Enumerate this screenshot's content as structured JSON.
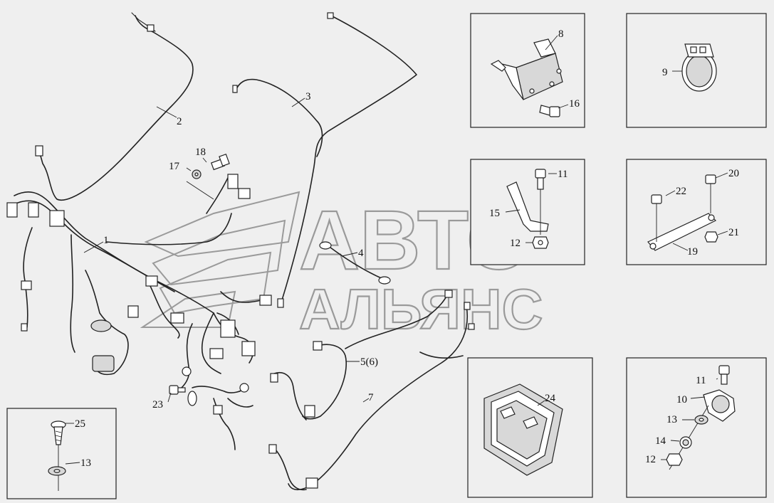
{
  "watermark": {
    "line1": "АВТО",
    "line2": "АЛЬЯНС"
  },
  "callouts": {
    "c1": "1",
    "c2": "2",
    "c3": "3",
    "c4": "4",
    "c5": "5(6)",
    "c7": "7",
    "c8": "8",
    "c9": "9",
    "c10": "10",
    "c11a": "11",
    "c11b": "11",
    "c12a": "12",
    "c12b": "12",
    "c13a": "13",
    "c13b": "13",
    "c14": "14",
    "c15": "15",
    "c16": "16",
    "c17": "17",
    "c18": "18",
    "c19": "19",
    "c20": "20",
    "c21": "21",
    "c22": "22",
    "c23": "23",
    "c24": "24",
    "c25": "25"
  }
}
